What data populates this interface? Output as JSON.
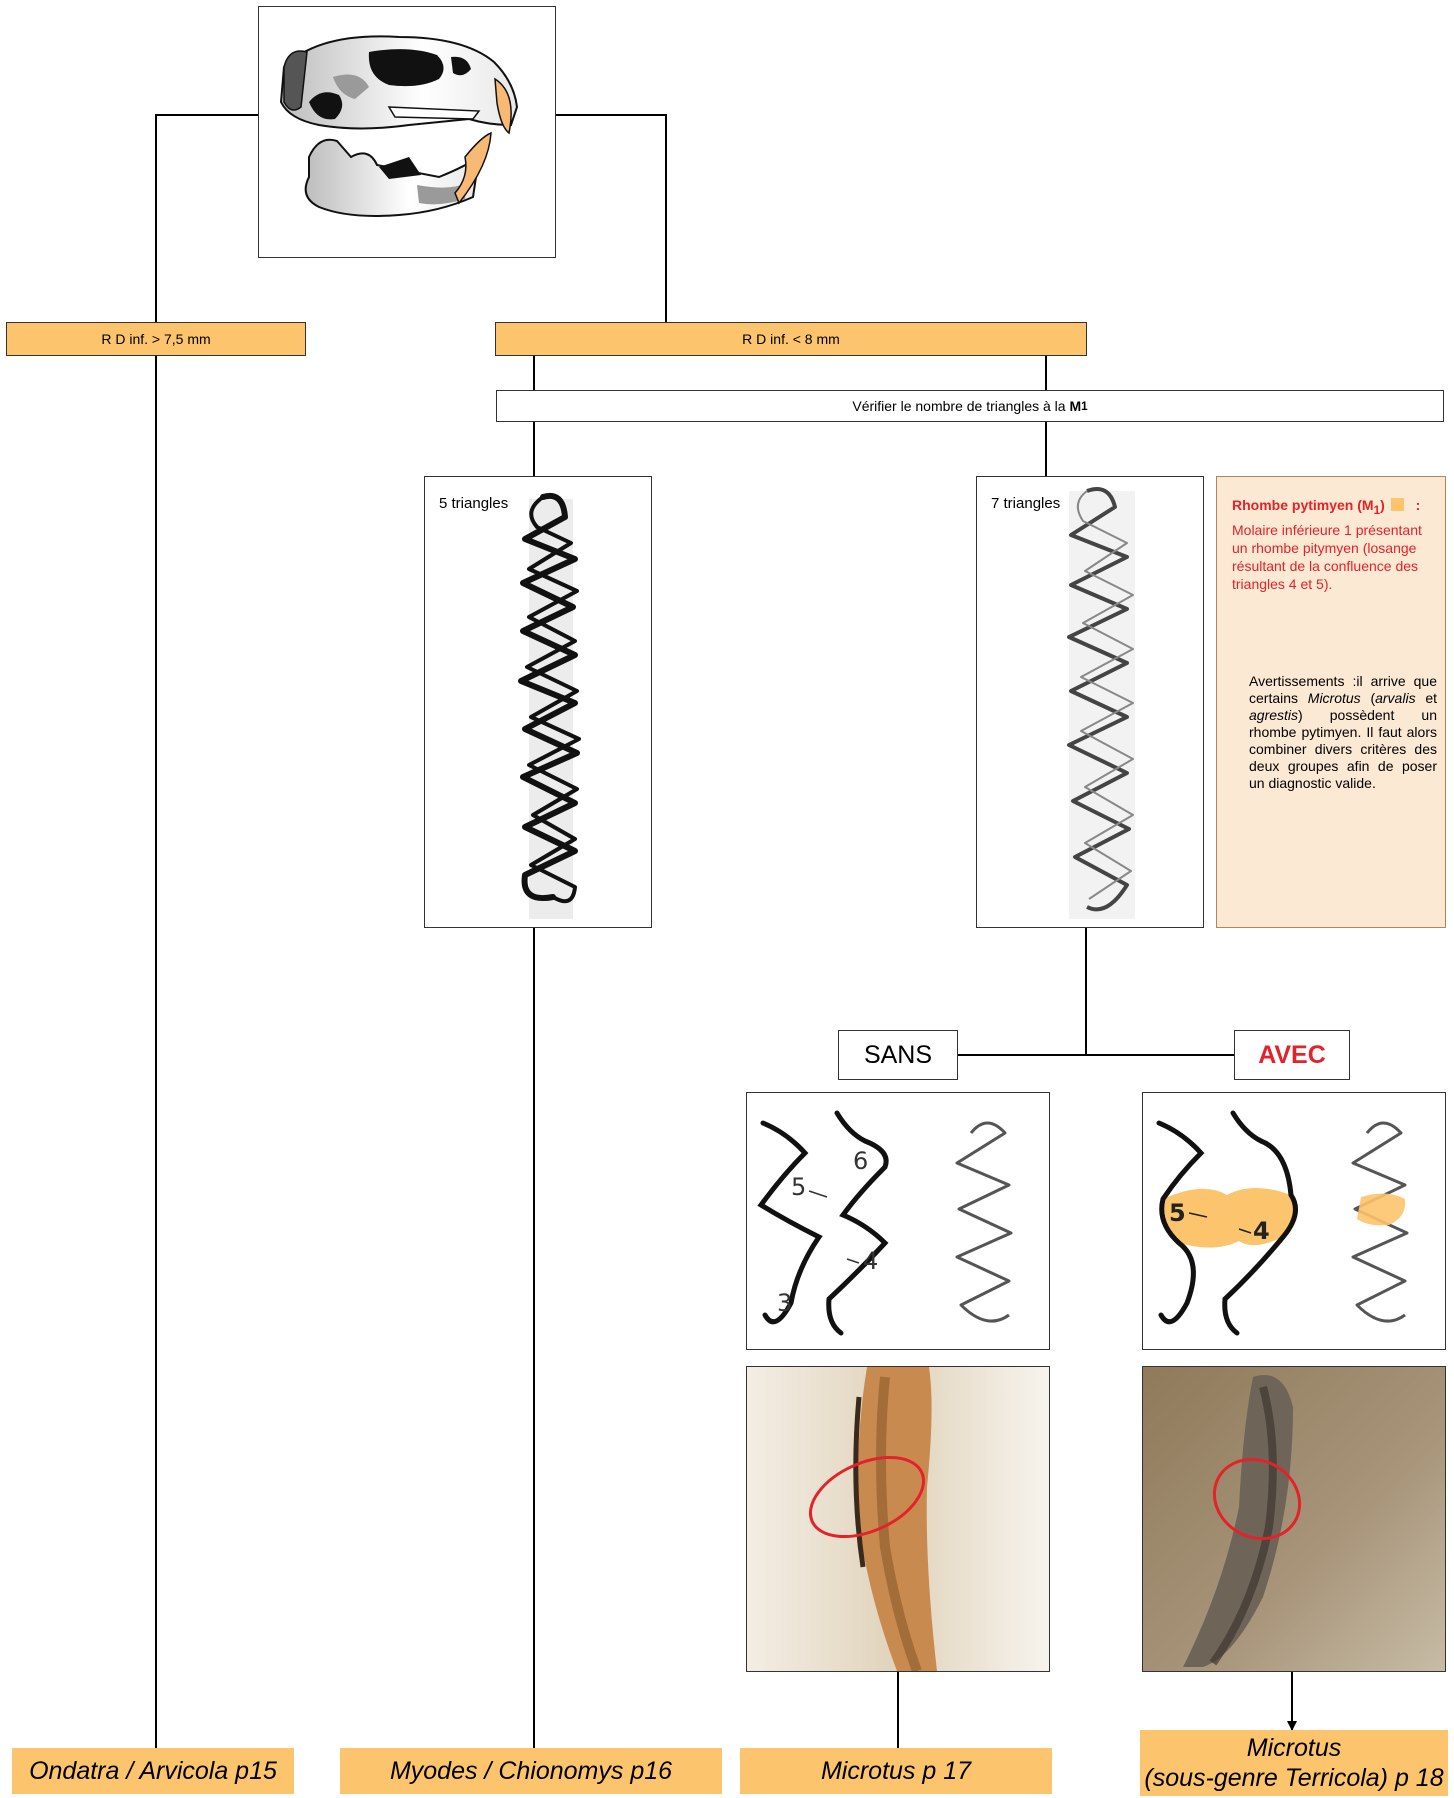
{
  "root": {
    "image_icon": "rodent-skull-and-mandible"
  },
  "branches": {
    "left_measure": "R D inf. > 7,5 mm",
    "right_measure": "R D inf. < 8 mm",
    "check_text": "Vérifier le nombre de triangles à la",
    "check_term": "M",
    "check_sub": "1"
  },
  "molars": {
    "five_label": "5 triangles",
    "seven_label": "7 triangles"
  },
  "note": {
    "title": "Rhombe pytimyen (M",
    "title_sub": "1",
    "title_end": ")",
    "title_colon": ":",
    "body": "Molaire inférieure 1 présentant un rhombe pitymyen (losange résultant de la confluence des triangles 4 et 5).",
    "warn_lead": "Avertissements :il arrive que certains",
    "warn_genus": "Microtus",
    "warn_paren_open": "(",
    "warn_sp1": "arvalis",
    "warn_and": "et",
    "warn_sp2": "agrestis",
    "warn_tail": ") possèdent un rhombe pytimyen. Il faut alors combiner divers critères des deux groupes afin de poser un diagnostic valide.",
    "highlight_color": "#fcc46c"
  },
  "choices": {
    "without": "SANS",
    "with": "AVEC"
  },
  "detail_labels": {
    "t3": "3",
    "t4": "4",
    "t5": "5",
    "t6": "6"
  },
  "results": [
    {
      "line1": "Ondatra / Arvicola p15",
      "line2": ""
    },
    {
      "line1": "Myodes / Chionomys p16",
      "line2": ""
    },
    {
      "line1": "Microtus p 17",
      "line2": ""
    },
    {
      "line1": "Microtus",
      "line2": "(sous-genre Terricola) p 18"
    }
  ],
  "colors": {
    "accent_orange": "#fcc46c",
    "warning_red": "#e4222a",
    "note_bg": "#fbe9d4"
  }
}
